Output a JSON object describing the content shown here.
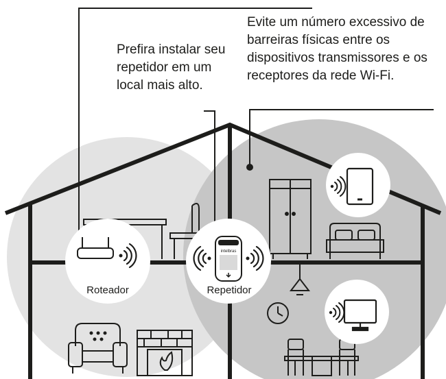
{
  "notes": {
    "high_place": "Prefira instalar seu repetidor em um local mais alto.",
    "barriers": "Evite um número excessivo de barreiras físicas entre os dispositivos transmissores e os receptores da rede Wi-Fi."
  },
  "devices": {
    "router_label": "Roteador",
    "repeater_label": "Repetidor",
    "repeater_brand": "intelbras"
  },
  "colors": {
    "coverage_light": "#e3e3e3",
    "coverage_dark": "#c6c6c6",
    "line": "#1d1d1b",
    "bubble": "#ffffff"
  }
}
